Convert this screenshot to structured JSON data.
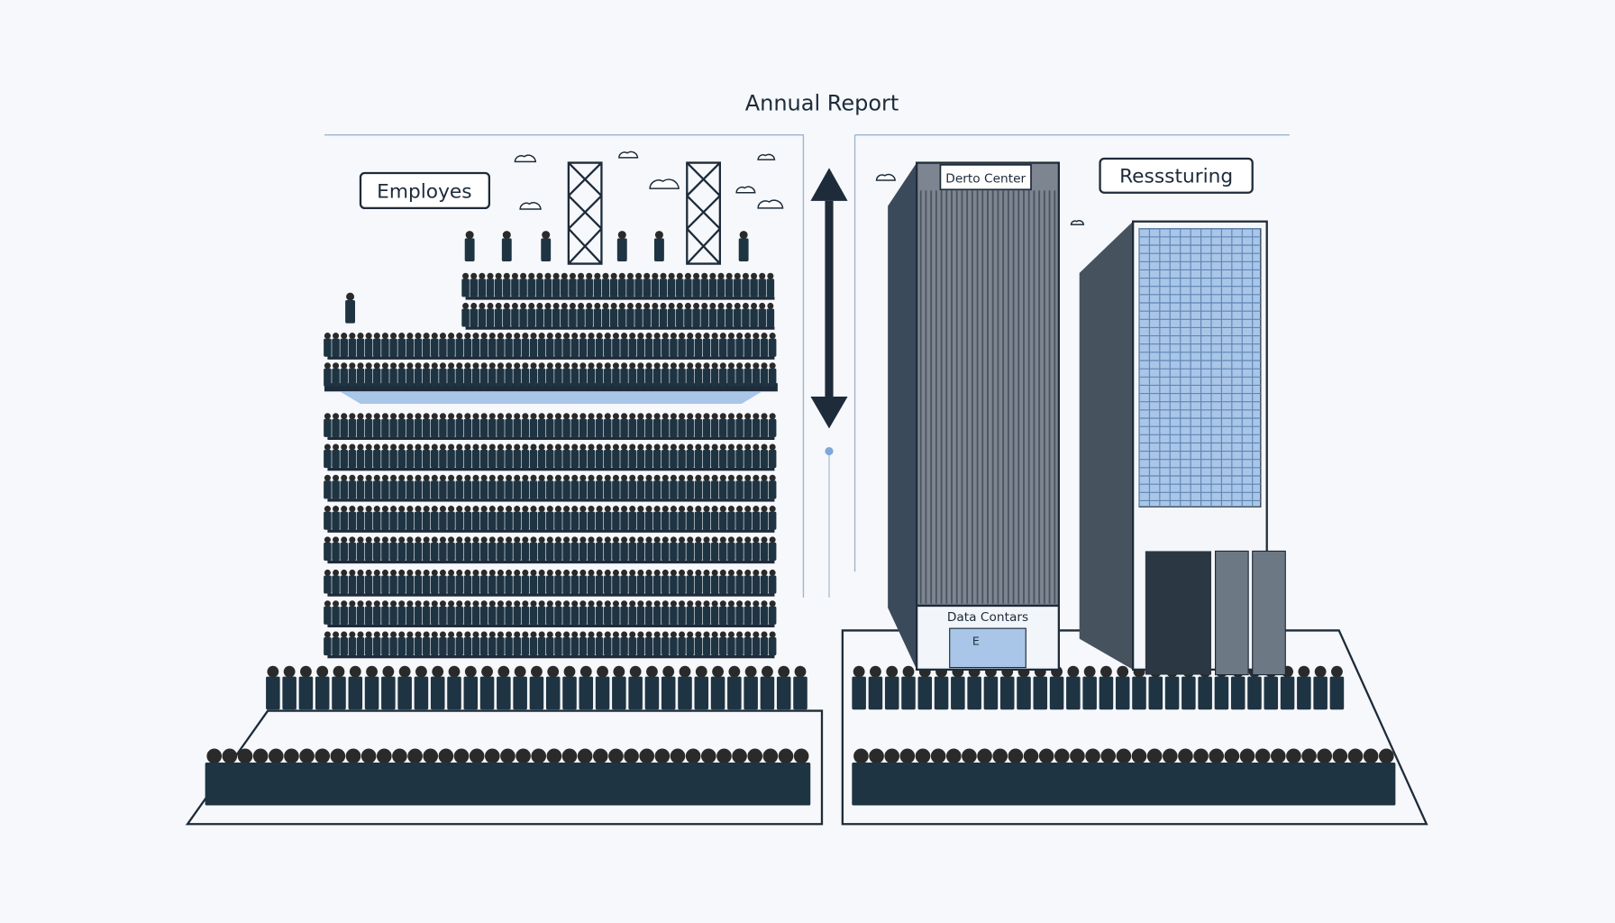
{
  "title": "Annual Report",
  "left_panel": {
    "label": "Employes"
  },
  "right_panel": {
    "building_sign": "Derto Center",
    "building_entrance_sign": "Data Contars",
    "door_letter": "E",
    "label": "Resssturing"
  },
  "colors": {
    "background": "#f6f8fb",
    "ink": "#1d2b3a",
    "people": "#1f3442",
    "accent": "#7fa8d8",
    "glass": "#a9c6e8"
  }
}
